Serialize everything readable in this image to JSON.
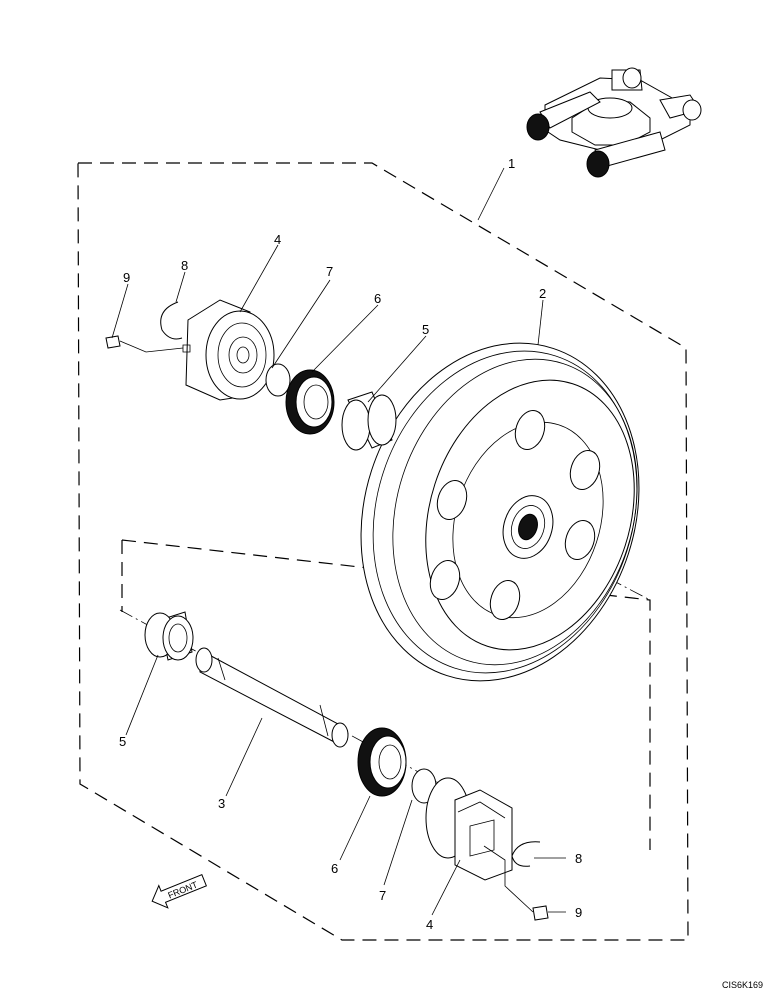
{
  "labels": {
    "l1": "1",
    "l2": "2",
    "l3": "3",
    "l4_top": "4",
    "l4_bottom": "4",
    "l5_top": "5",
    "l5_bottom": "5",
    "l6_top": "6",
    "l6_bottom": "6",
    "l7_top": "7",
    "l7_bottom": "7",
    "l8_top": "8",
    "l8_bottom": "8",
    "l9_top": "9",
    "l9_bottom": "9"
  },
  "front_arrow": "FRONT",
  "drawing_code": "CIS6K169"
}
